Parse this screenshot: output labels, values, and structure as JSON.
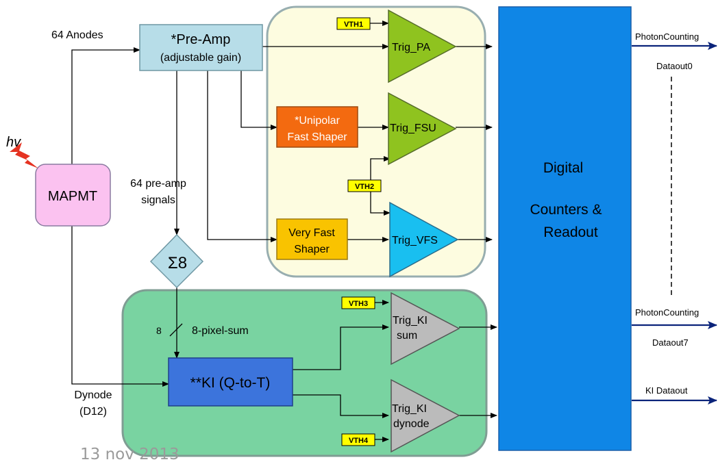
{
  "colors": {
    "preamp_fill": "#b7dde8",
    "mapmt_fill": "#fbc2f0",
    "trigger_region_fill": "#fdfce0",
    "ki_region_fill": "#79d3a1",
    "digital_fill": "#0f86e6",
    "green_triangle": "#8fc31f",
    "cyan_triangle": "#19bff0",
    "grey_triangle": "#bbbbbb",
    "unipolar_fill": "#f36a10",
    "vfs_fill": "#f9c300",
    "ki_fill": "#3c74dc",
    "sum_fill": "#b7dde8",
    "vth_fill": "#ffff00",
    "arrow_color": "#0a237a",
    "hv_color": "#e53322"
  },
  "labels": {
    "hv": "hv",
    "anodes": "64 Anodes",
    "preamp_line1": "*Pre-Amp",
    "preamp_line2": "(adjustable gain)",
    "mapmt": "MAPMT",
    "preamp_signals_line1": "64 pre-amp",
    "preamp_signals_line2": "signals",
    "sum": "Σ8",
    "bus_width": "8",
    "pixel_sum": "8-pixel-sum",
    "dynode_line1": "Dynode",
    "dynode_line2": "(D12)",
    "ki_block": "**KI (Q-to-T)",
    "unipolar_line1": "*Unipolar",
    "unipolar_line2": "Fast Shaper",
    "vfs_line1": "Very Fast",
    "vfs_line2": "Shaper",
    "vth1": "VTH1",
    "vth2": "VTH2",
    "vth3": "VTH3",
    "vth4": "VTH4",
    "trig_pa": "Trig_PA",
    "trig_fsu": "Trig_FSU",
    "trig_vfs": "Trig_VFS",
    "trig_ki_sum_line1": "Trig_KI",
    "trig_ki_sum_line2": "sum",
    "trig_ki_dynode_line1": "Trig_KI",
    "trig_ki_dynode_line2": "dynode",
    "digital_line1": "Digital",
    "digital_line2": "Counters &",
    "digital_line3": "Readout",
    "out0_line1": "PhotonCounting",
    "out0_line2": "Dataout0",
    "out7_line1": "PhotonCounting",
    "out7_line2": "Dataout7",
    "ki_out": "KI Dataout",
    "date": "13 nov 2013"
  }
}
